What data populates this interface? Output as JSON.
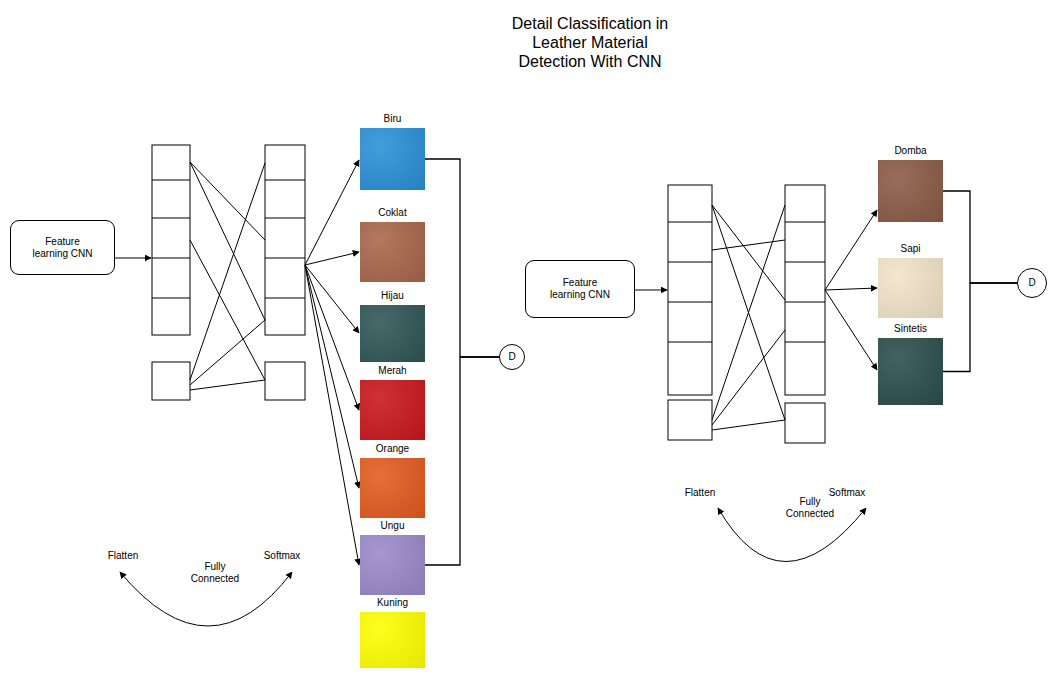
{
  "diagram": {
    "title": "Detail Classification in Leather Material Detection With CNN",
    "nodes": [
      {
        "text": [
          "Feature learning CNN"
        ]
      },
      {
        "text": [
          "Biru"
        ]
      },
      {
        "text": [
          "Coklat"
        ]
      },
      {
        "text": [
          "Hijau"
        ]
      },
      {
        "text": [
          "Merah"
        ]
      },
      {
        "text": [
          "Orange"
        ]
      },
      {
        "text": [
          "Ungu"
        ]
      },
      {
        "text": [
          "Kuning"
        ]
      },
      {
        "text": [
          "D"
        ]
      },
      {
        "text": [
          "Feature learning CNN"
        ]
      },
      {
        "text": [
          "Domba"
        ]
      },
      {
        "text": [
          "Sapi"
        ]
      },
      {
        "text": [
          "Sintetis"
        ]
      },
      {
        "text": [
          "D"
        ]
      }
    ],
    "edges": [
      {
        "from": 1,
        "to": 8,
        "arrow": "none"
      },
      {
        "from": 6,
        "to": 8,
        "arrow": "none"
      },
      {
        "from": 10,
        "to": 13,
        "arrow": "none"
      },
      {
        "from": 12,
        "to": 13,
        "arrow": "none"
      }
    ],
    "labels": [
      "Flatten",
      "Fully Connected",
      "Softmax",
      "Flatten",
      "Fully Connected",
      "Softmax"
    ]
  }
}
